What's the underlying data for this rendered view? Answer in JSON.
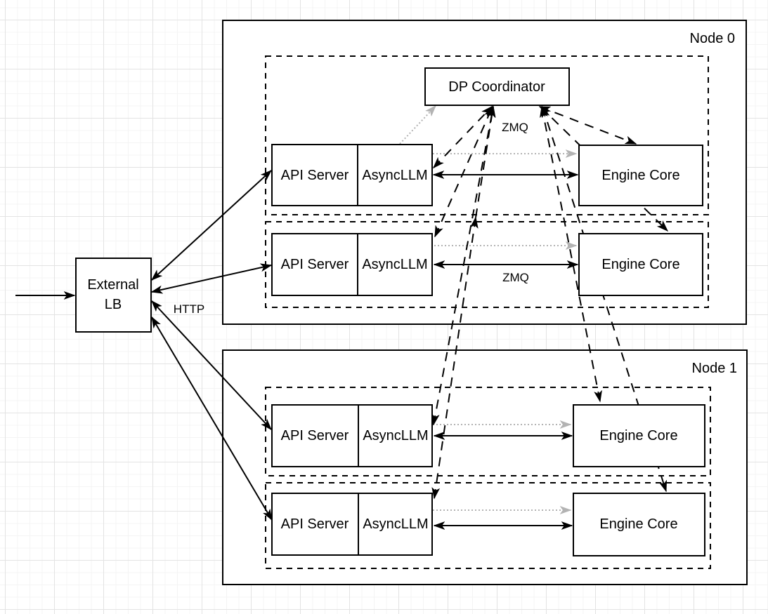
{
  "external_lb": {
    "line1": "External",
    "line2": "LB"
  },
  "coordinator": {
    "label": "DP Coordinator"
  },
  "labels": {
    "http": "HTTP",
    "zmq_coordinator": "ZMQ",
    "zmq_engine": "ZMQ"
  },
  "nodes": [
    {
      "name": "Node 0",
      "groups": [
        {
          "api_server": "API Server",
          "async_llm": "AsyncLLM",
          "engine_core": "Engine Core"
        },
        {
          "api_server": "API Server",
          "async_llm": "AsyncLLM",
          "engine_core": "Engine Core"
        }
      ]
    },
    {
      "name": "Node 1",
      "groups": [
        {
          "api_server": "API Server",
          "async_llm": "AsyncLLM",
          "engine_core": "Engine Core"
        },
        {
          "api_server": "API Server",
          "async_llm": "AsyncLLM",
          "engine_core": "Engine Core"
        }
      ]
    }
  ],
  "connections": [
    {
      "from": "incoming-traffic",
      "to": "external-lb",
      "style": "solid",
      "direction": "one-way"
    },
    {
      "from": "external-lb",
      "to": "node0-api-server-1",
      "style": "solid",
      "direction": "two-way",
      "label": "HTTP"
    },
    {
      "from": "external-lb",
      "to": "node0-api-server-2",
      "style": "solid",
      "direction": "two-way",
      "label": "HTTP"
    },
    {
      "from": "external-lb",
      "to": "node1-api-server-1",
      "style": "solid",
      "direction": "two-way",
      "label": "HTTP"
    },
    {
      "from": "external-lb",
      "to": "node1-api-server-2",
      "style": "solid",
      "direction": "two-way",
      "label": "HTTP"
    },
    {
      "from": "node0-asyncllm-1",
      "to": "node0-engine-core-1",
      "style": "solid",
      "direction": "two-way",
      "label": "ZMQ"
    },
    {
      "from": "node0-asyncllm-2",
      "to": "node0-engine-core-2",
      "style": "solid",
      "direction": "two-way",
      "label": "ZMQ"
    },
    {
      "from": "node1-asyncllm-1",
      "to": "node1-engine-core-1",
      "style": "solid",
      "direction": "two-way",
      "label": "ZMQ"
    },
    {
      "from": "node1-asyncllm-2",
      "to": "node1-engine-core-2",
      "style": "solid",
      "direction": "two-way",
      "label": "ZMQ"
    },
    {
      "from": "dp-coordinator",
      "to": "node0-asyncllm-1",
      "style": "dashed",
      "direction": "two-way",
      "label": "ZMQ"
    },
    {
      "from": "dp-coordinator",
      "to": "node0-asyncllm-2",
      "style": "dashed",
      "direction": "two-way",
      "label": "ZMQ"
    },
    {
      "from": "dp-coordinator",
      "to": "node1-asyncllm-1",
      "style": "dashed",
      "direction": "two-way",
      "label": "ZMQ"
    },
    {
      "from": "dp-coordinator",
      "to": "node1-asyncllm-2",
      "style": "dashed",
      "direction": "two-way",
      "label": "ZMQ"
    },
    {
      "from": "dp-coordinator",
      "to": "node0-engine-core-1",
      "style": "dashed",
      "direction": "two-way",
      "label": "ZMQ"
    },
    {
      "from": "dp-coordinator",
      "to": "node0-engine-core-2",
      "style": "dashed",
      "direction": "two-way",
      "label": "ZMQ"
    },
    {
      "from": "dp-coordinator",
      "to": "node1-engine-core-1",
      "style": "dashed",
      "direction": "two-way",
      "label": "ZMQ"
    },
    {
      "from": "dp-coordinator",
      "to": "node1-engine-core-2",
      "style": "dashed",
      "direction": "two-way",
      "label": "ZMQ"
    },
    {
      "from": "node0-asyncllm-1",
      "to": "dp-coordinator",
      "style": "dotted-gray",
      "direction": "one-way"
    },
    {
      "from": "node0-asyncllm-1",
      "to": "node0-engine-core-1",
      "style": "dotted-gray",
      "direction": "one-way"
    },
    {
      "from": "node0-asyncllm-2",
      "to": "node0-engine-core-2",
      "style": "dotted-gray",
      "direction": "one-way"
    },
    {
      "from": "node1-asyncllm-1",
      "to": "node1-engine-core-1",
      "style": "dotted-gray",
      "direction": "one-way"
    },
    {
      "from": "node1-asyncllm-2",
      "to": "node1-engine-core-2",
      "style": "dotted-gray",
      "direction": "one-way"
    }
  ],
  "colors": {
    "line": "#000000",
    "muted_arrow": "#b3b3b3",
    "box_fill": "#ffffff",
    "background": "#ffffff",
    "grid_minor": "#f4f4f4",
    "grid_major": "#e3e3e3"
  }
}
